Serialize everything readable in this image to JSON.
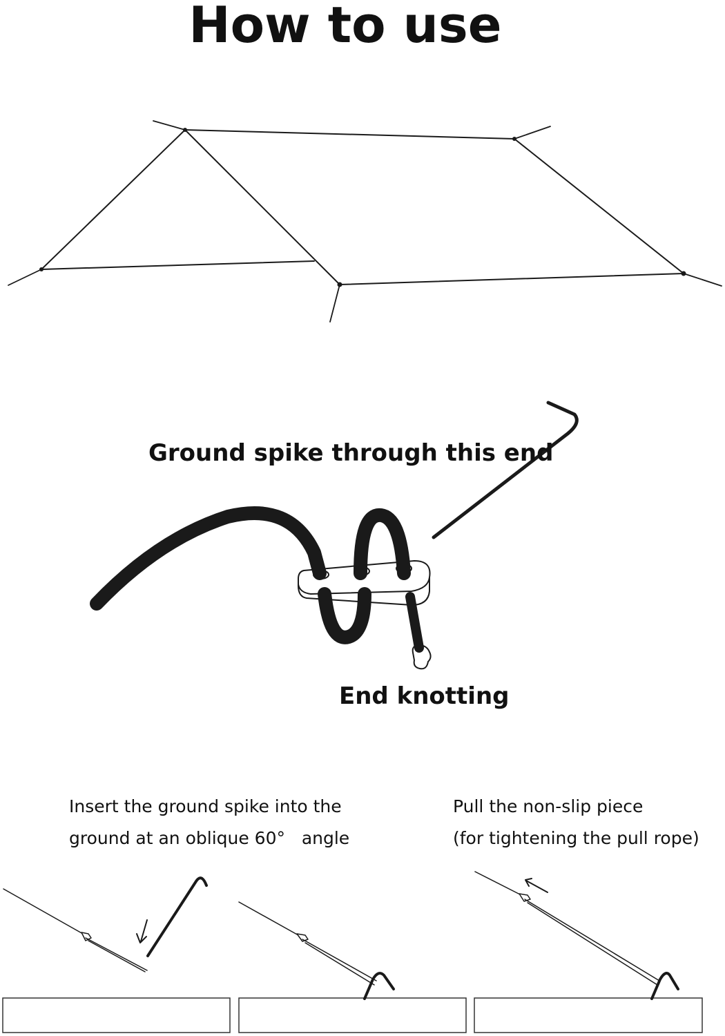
{
  "title": "How to use",
  "rope_diagram": {
    "spike_label": "Ground spike through this end",
    "knot_label": "End knotting"
  },
  "steps": [
    {
      "line1": "Insert the ground spike into the",
      "line2": "ground at an oblique 60°   angle"
    },
    {
      "line1": "Pull the non-slip piece",
      "line2": "(for tightening the pull rope)"
    }
  ]
}
